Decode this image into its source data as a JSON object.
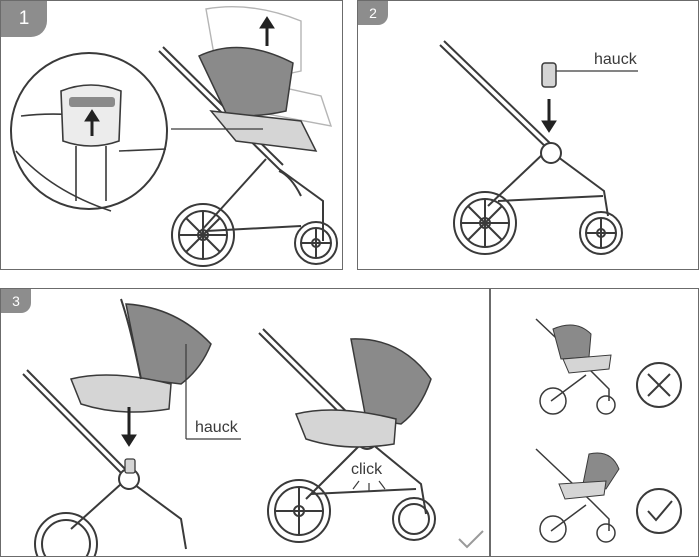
{
  "steps": [
    {
      "number": "1"
    },
    {
      "number": "2",
      "brand_label": "hauck"
    },
    {
      "number": "3",
      "brand_label": "hauck",
      "click_label": "click"
    }
  ],
  "indicators": {
    "wrong_icon": "x-circle-icon",
    "correct_icon": "check-circle-icon",
    "confirm_icon": "checkmark-icon"
  },
  "colors": {
    "badge": "#8d8d8d",
    "line": "#3a3a3a",
    "canopy": "#8a8a8a",
    "border": "#6b6b6b"
  }
}
